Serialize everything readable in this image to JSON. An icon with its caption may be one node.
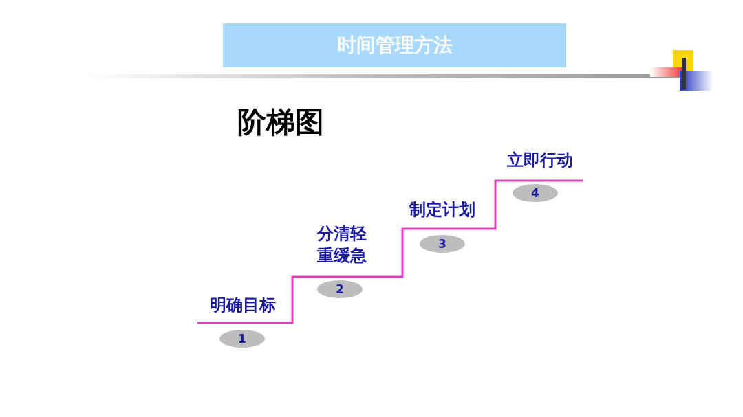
{
  "diagram": {
    "title": "时间管理方法",
    "nodes": [
      {
        "text": [
          "1"
        ],
        "beside": [
          "明确目标"
        ]
      },
      {
        "text": [
          "2"
        ],
        "beside": [
          "分清轻重缓急"
        ]
      },
      {
        "text": [
          "3"
        ],
        "beside": [
          "制定计划"
        ]
      },
      {
        "text": [
          "4"
        ],
        "beside": [
          "立即行动"
        ]
      }
    ],
    "edges": [],
    "labels": [
      "阶梯图"
    ]
  }
}
